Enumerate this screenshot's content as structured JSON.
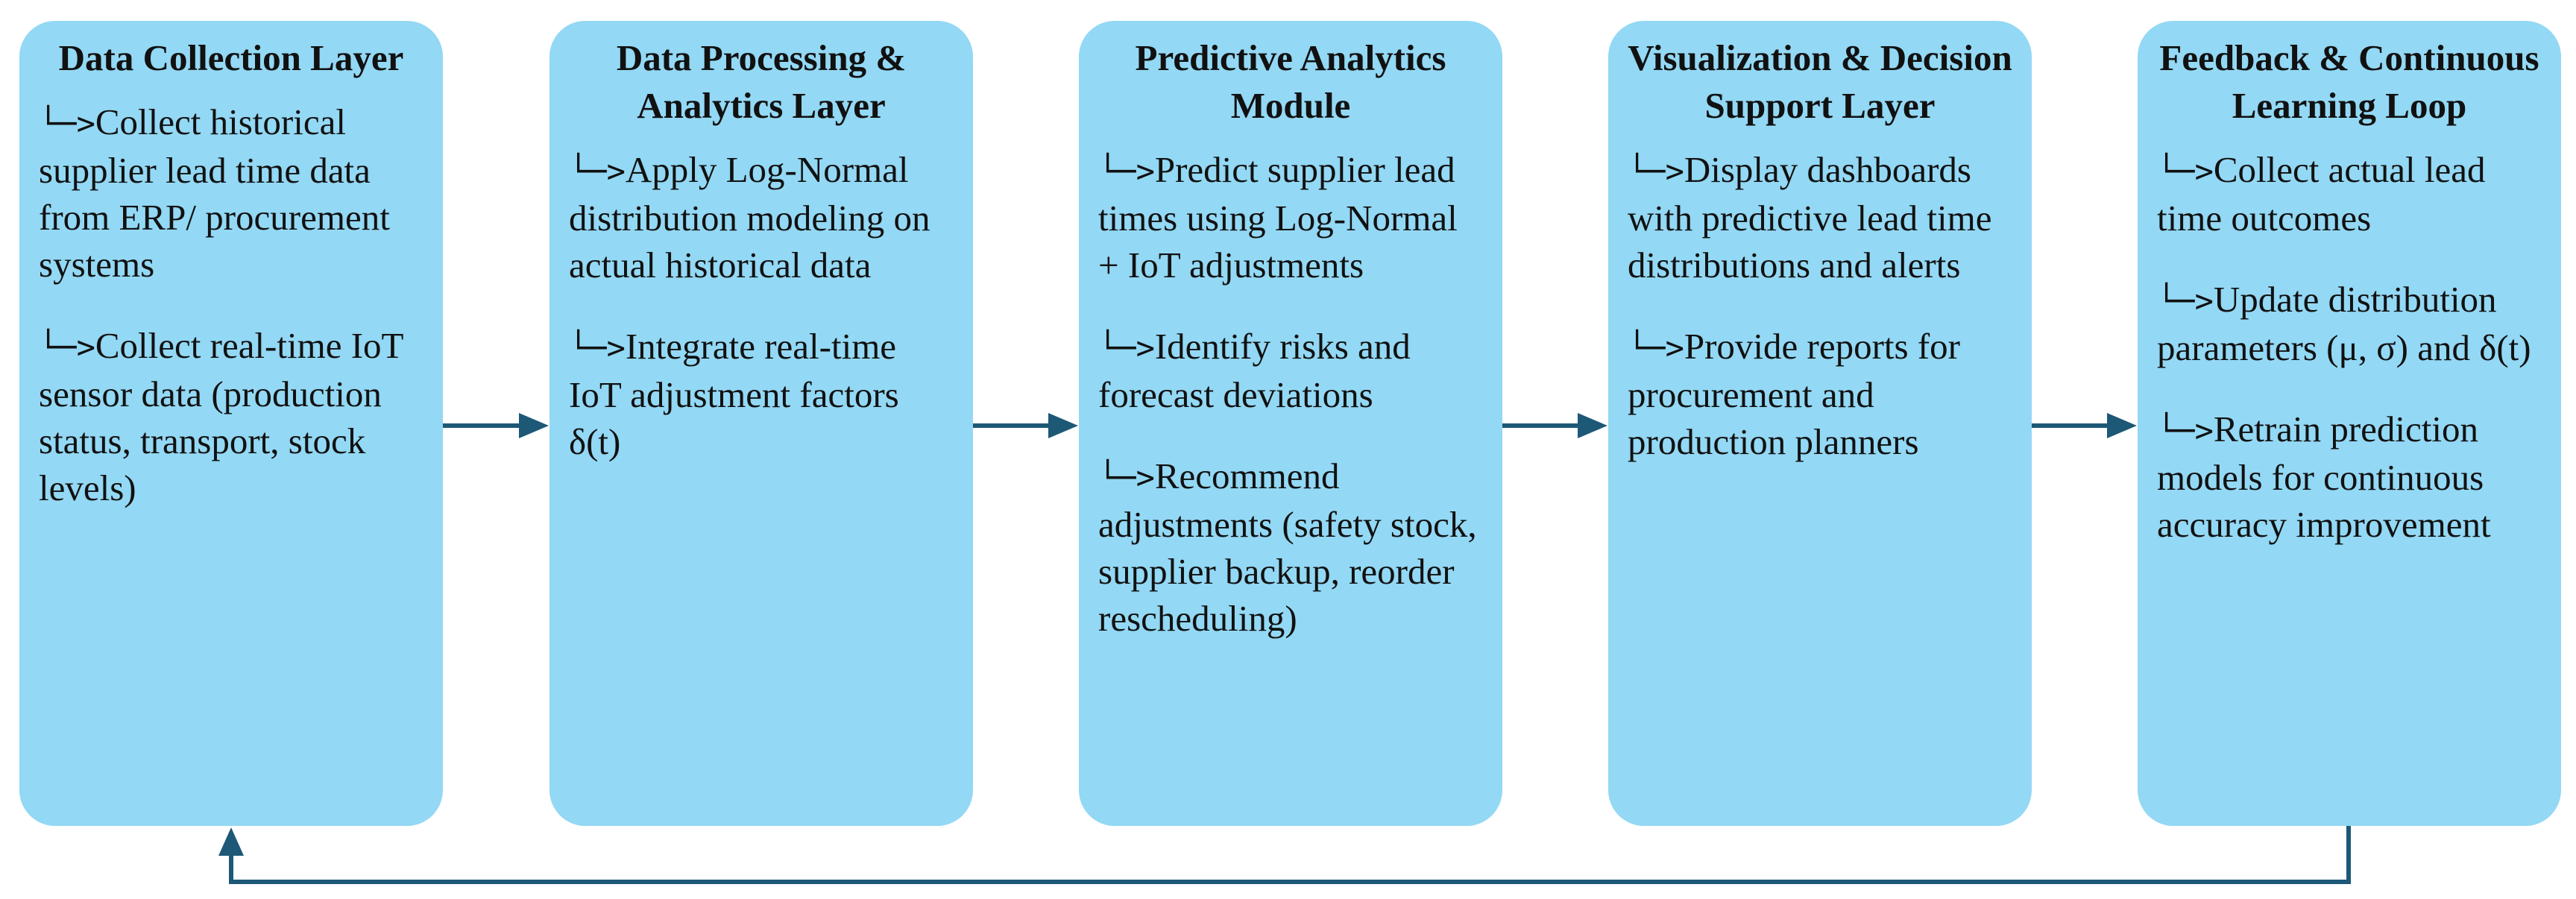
{
  "diagram": {
    "stroke_color": "#1d5877",
    "box_color": "#93d8f4",
    "arrow_prefix": "└─>",
    "boxes": [
      {
        "title": "Data Collection Layer",
        "items": [
          "Collect historical supplier lead time data from ERP/ procurement systems",
          "Collect real-time IoT sensor data (production status, transport, stock levels)"
        ]
      },
      {
        "title": "Data Processing & Analytics Layer",
        "items": [
          "Apply Log-Normal distribution modeling on actual historical data",
          "Integrate real-time IoT adjustment factors δ(t)"
        ]
      },
      {
        "title": "Predictive Analytics Module",
        "items": [
          "Predict supplier lead times using Log-Normal + IoT adjustments",
          "Identify risks and forecast deviations",
          "Recommend adjustments (safety stock, supplier backup, reorder rescheduling)"
        ]
      },
      {
        "title": "Visualization & Decision Support Layer",
        "items": [
          "Display dashboards with predictive lead time distributions and alerts",
          "Provide reports for procurement and production planners"
        ]
      },
      {
        "title": "Feedback & Continuous Learning Loop",
        "items": [
          "Collect actual lead time outcomes",
          "Update distribution parameters (μ, σ) and δ(t)",
          "Retrain prediction models for continuous accuracy improvement"
        ]
      }
    ]
  }
}
